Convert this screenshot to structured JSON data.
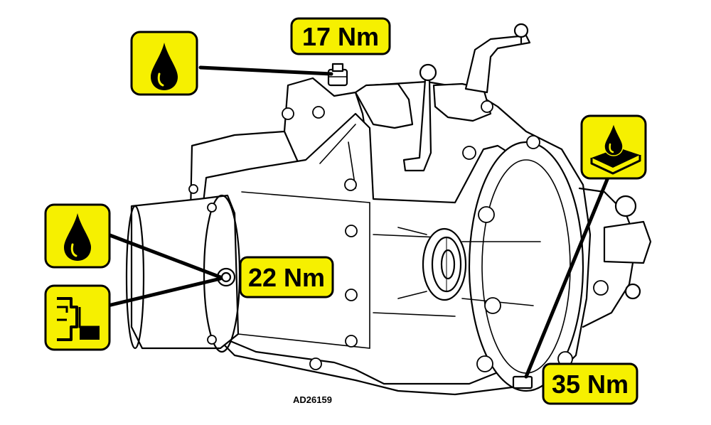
{
  "diagram": {
    "reference_code": "AD26159",
    "colors": {
      "callout_fill": "#F6F000",
      "outline": "#000000",
      "background": "#FFFFFF"
    },
    "torque_callouts": [
      {
        "label": "17 Nm"
      },
      {
        "label": "22 Nm"
      },
      {
        "label": "35 Nm"
      }
    ],
    "symbol_icons": [
      {
        "name": "oil-drop-icon"
      },
      {
        "name": "oil-drop-icon"
      },
      {
        "name": "sealant-on-surface-icon"
      },
      {
        "name": "plug-thread-section-icon"
      }
    ]
  }
}
